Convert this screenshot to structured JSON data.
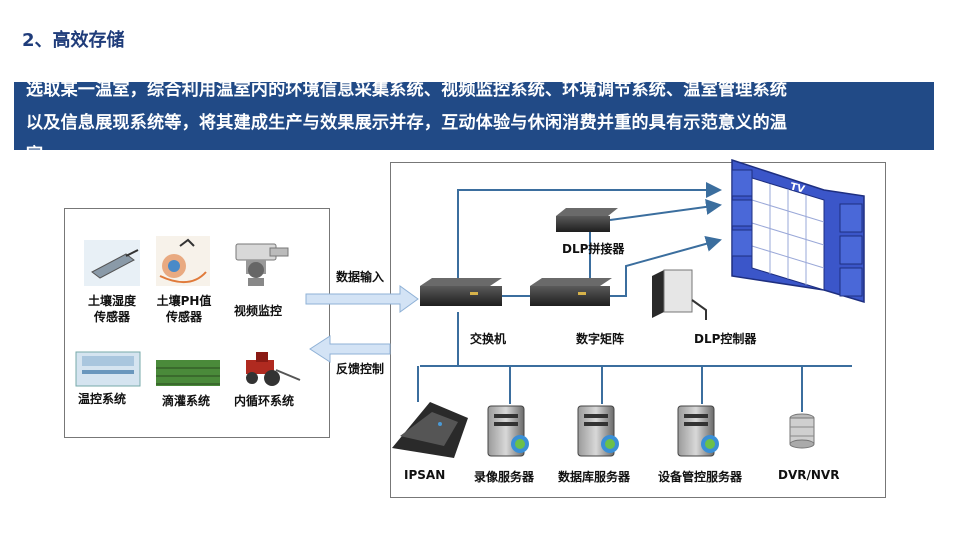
{
  "heading": "2、高效存储",
  "banner": {
    "line1": "选取某一温室，综合利用温室内的环境信息采集系统、视频监控系统、环境调节系统、温室管理系统",
    "line2": "以及信息展现系统等，将其建成生产与效果展示并存，互动体验与休闲消费并重的具有示范意义的温",
    "line3": "室"
  },
  "left_panel": {
    "soil_moisture_1": "土壤湿度",
    "soil_moisture_2": "传感器",
    "soil_ph_1": "土壤PH值",
    "soil_ph_2": "传感器",
    "video": "视频监控",
    "temp_control": "温控系统",
    "drip": "滴灌系统",
    "circulation": "内循环系统"
  },
  "arrows": {
    "data_in": "数据输入",
    "feedback": "反馈控制"
  },
  "right_panel": {
    "dlp_splicer": "DLP拼接器",
    "switch": "交换机",
    "matrix": "数字矩阵",
    "dlp_controller": "DLP控制器",
    "tv": "TV",
    "ipsan": "IPSAN",
    "recorder": "录像服务器",
    "database": "数据库服务器",
    "device_mgmt": "设备管控服务器",
    "dvr": "DVR/NVR"
  },
  "colors": {
    "banner": "#214a86",
    "line": "#3b6e9e",
    "arrow_fill": "#d3e3f5",
    "tv": "#3b56c9"
  }
}
